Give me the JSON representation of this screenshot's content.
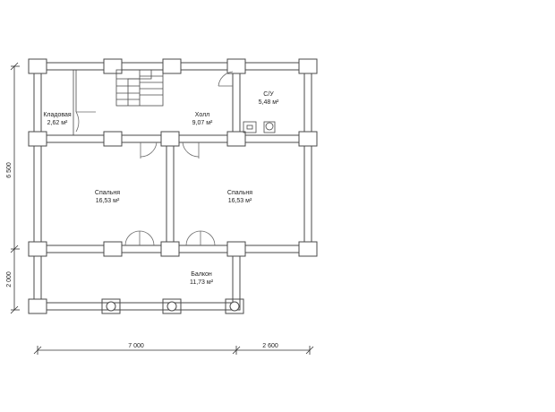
{
  "rooms": [
    {
      "name": "Кладовая",
      "area": "2,62 м²"
    },
    {
      "name": "Холл",
      "area": "9,07 м²"
    },
    {
      "name": "С/У",
      "area": "5,48 м²"
    },
    {
      "name": "Спальня",
      "area": "16,53 м²"
    },
    {
      "name": "Спальня",
      "area": "16,53 м²"
    },
    {
      "name": "Балкон",
      "area": "11,73 м²"
    }
  ],
  "dimensions": {
    "left_upper": "6 500",
    "left_lower": "2 000",
    "bottom_left": "7 000",
    "bottom_right": "2 600"
  }
}
